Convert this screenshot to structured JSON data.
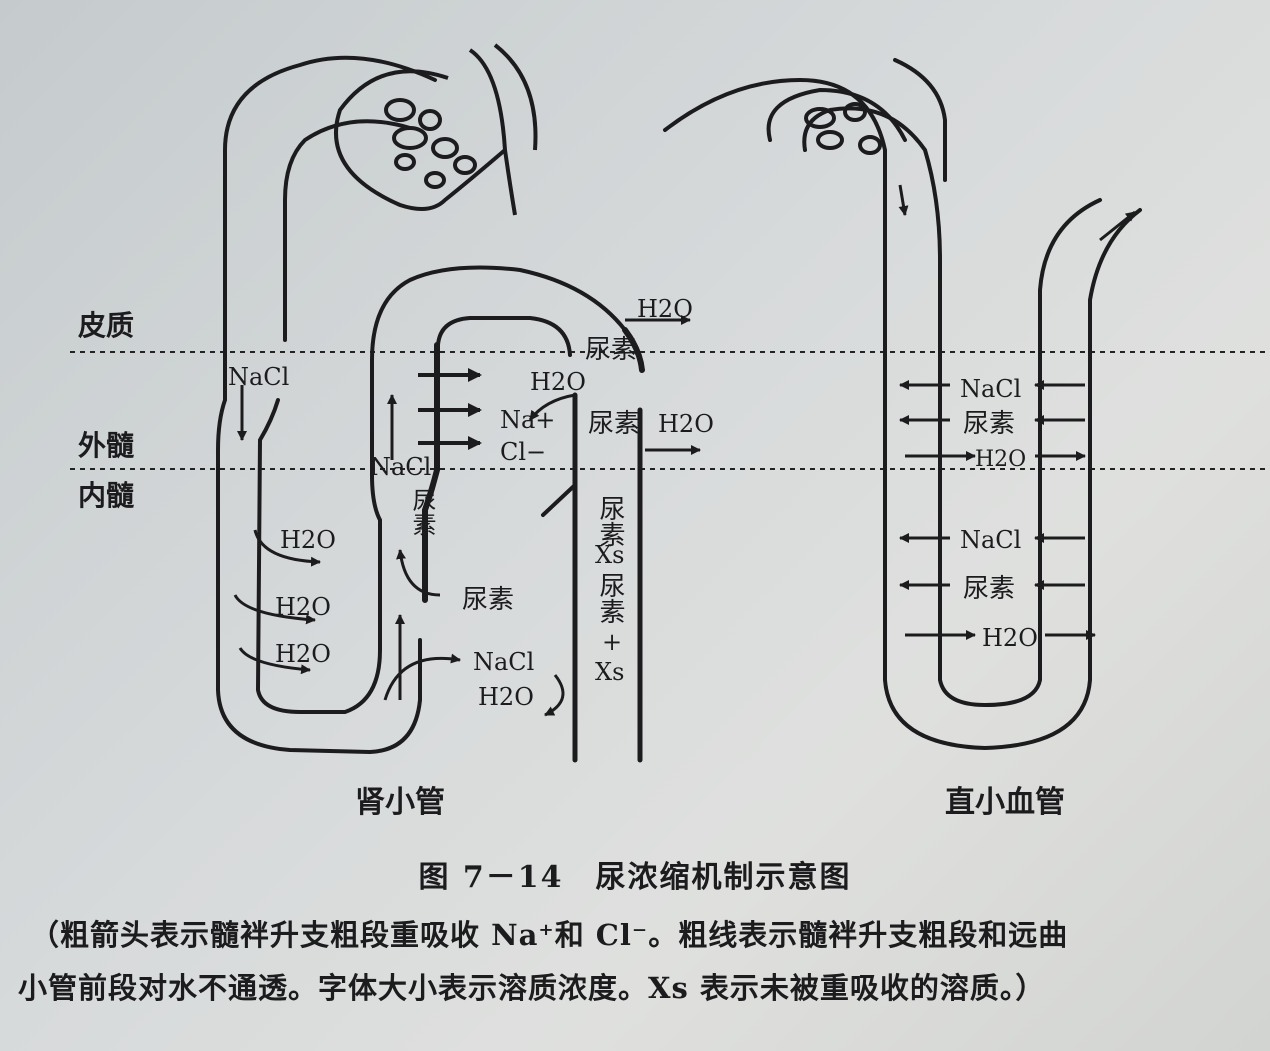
{
  "zones": {
    "cortex": "皮质",
    "outer_medulla": "外髓",
    "inner_medulla": "内髓"
  },
  "tubule": {
    "title": "肾小管",
    "labels": {
      "nacl_desc": "NaCl",
      "h2o_1": "H2O",
      "h2o_2": "H2O",
      "h2o_3": "H2O",
      "nacl_asc": "NaCl",
      "urea_asc": "尿素",
      "h2o_top": "H2O",
      "urea_top": "尿素",
      "h2o_mid": "H2O",
      "na_ion": "Na+",
      "cl_ion": "Cl−",
      "urea_dct": "尿素",
      "h2o_dct": "H2O",
      "urea_inner": "尿素",
      "nacl_bottom": "NaCl",
      "h2o_bottom": "H2O",
      "cd_urea": "尿素",
      "cd_xs": "Xs",
      "cd_urea2": "尿素",
      "cd_plus": "+",
      "cd_xs2": "Xs"
    }
  },
  "vasa_recta": {
    "title": "直小血管",
    "labels": {
      "nacl_1": "NaCl",
      "urea_1": "尿素",
      "h2o_1": "H2O",
      "nacl_2": "NaCl",
      "urea_2": "尿素",
      "h2o_2": "H2O"
    }
  },
  "caption": {
    "title": "图 7－14　尿浓缩机制示意图",
    "note_line1": "（粗箭头表示髓袢升支粗段重吸收 Na⁺和 Cl⁻。粗线表示髓袢升支粗段和远曲",
    "note_line2": "小管前段对水不通透。字体大小表示溶质浓度。Xs 表示未被重吸收的溶质。）"
  }
}
